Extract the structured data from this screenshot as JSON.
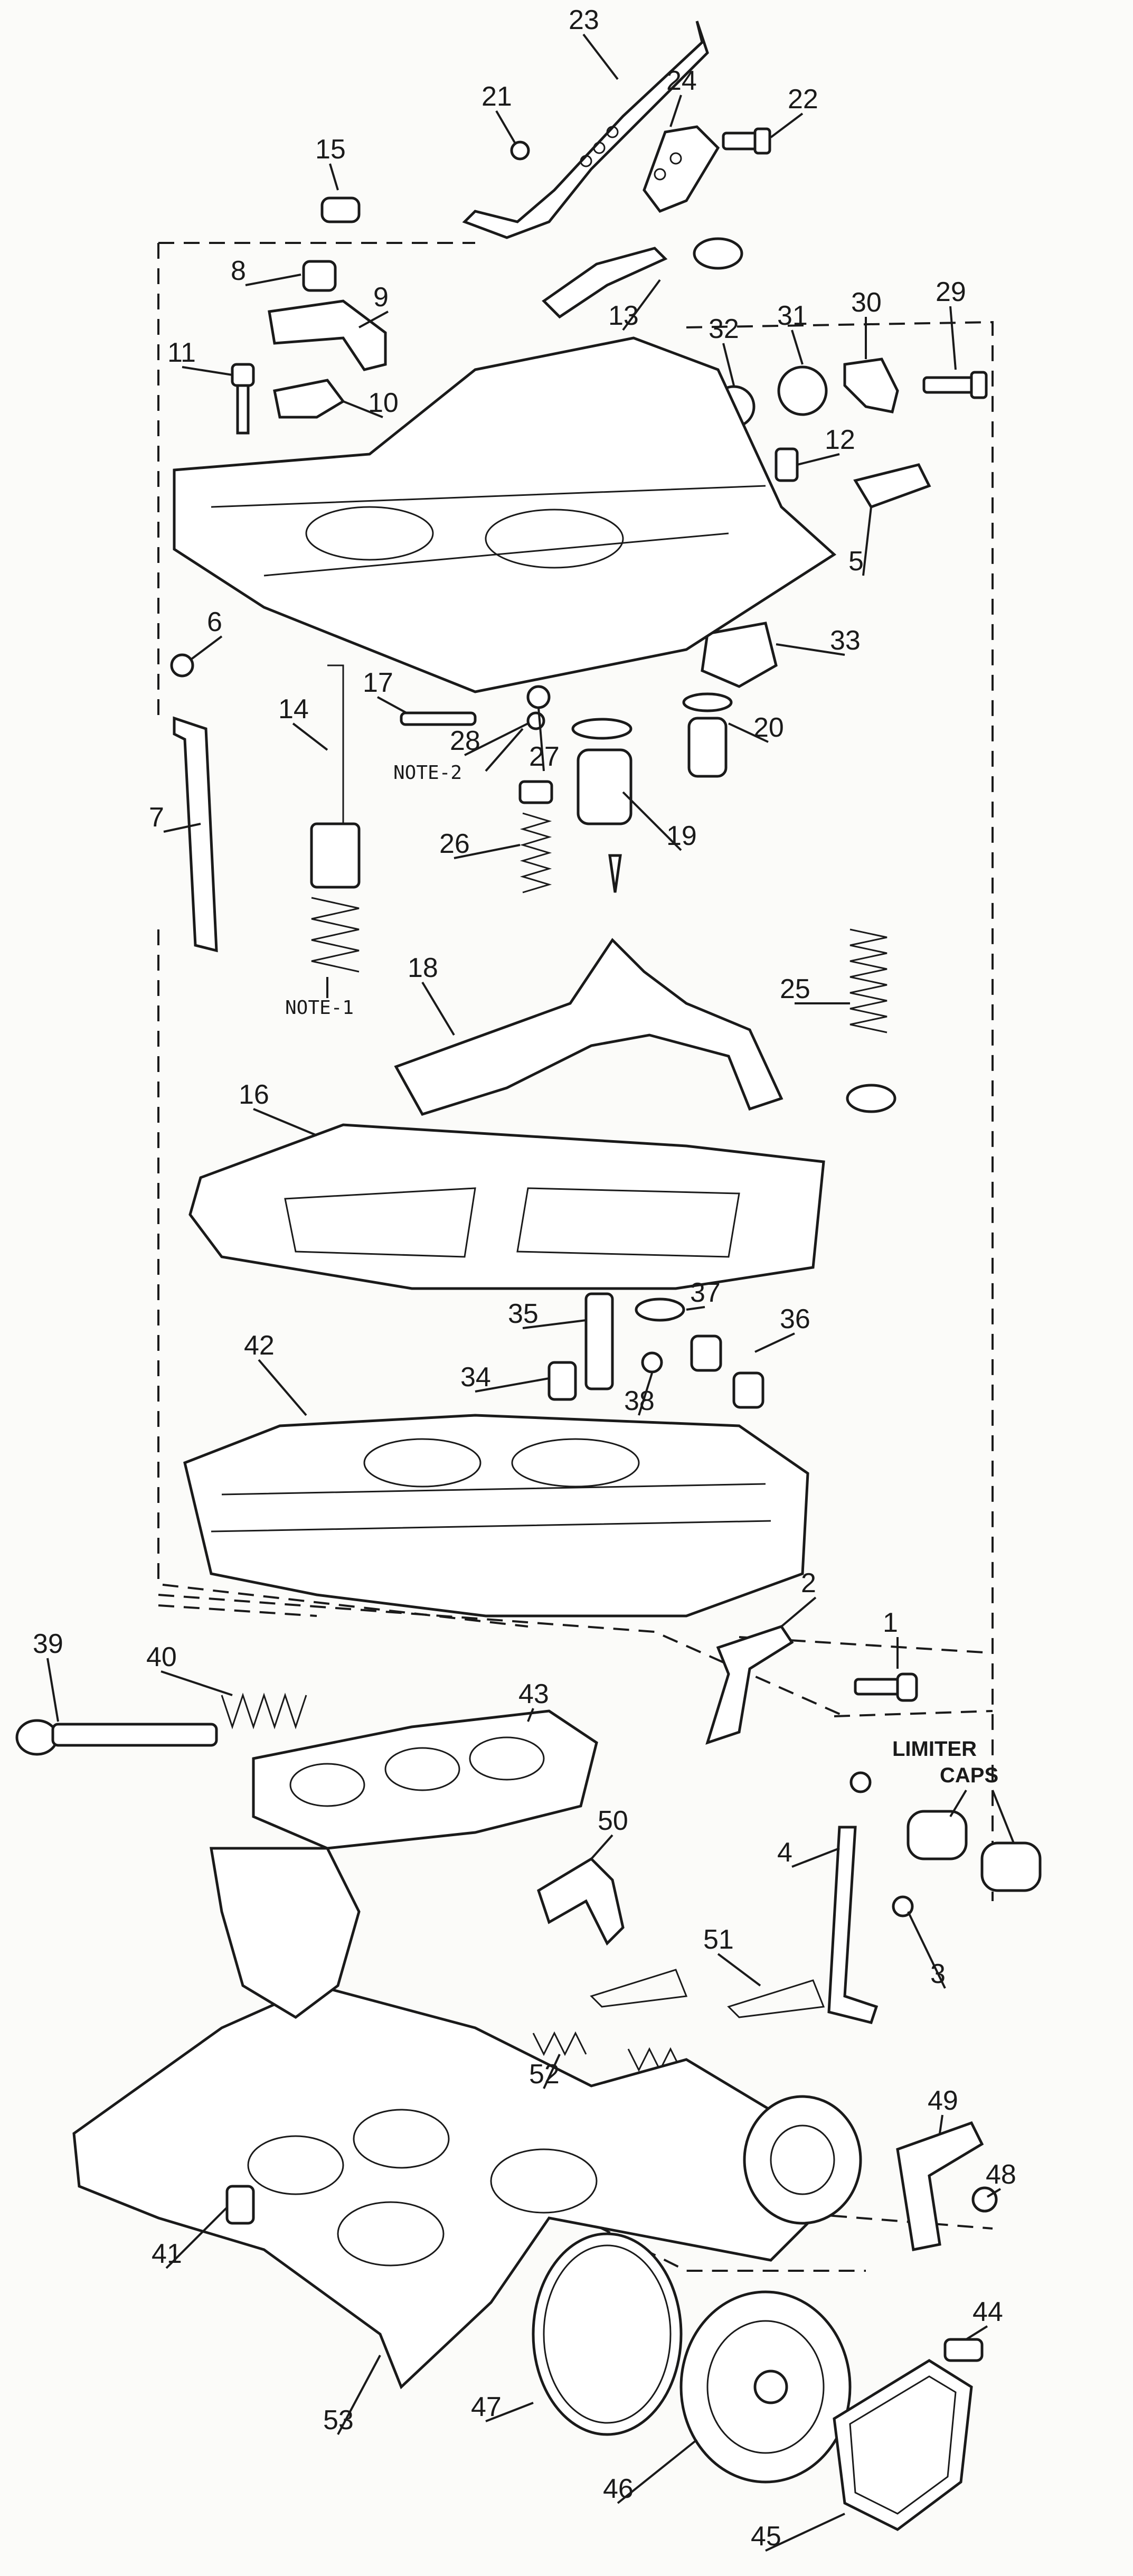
{
  "diagram": {
    "part_numbers": [
      "1",
      "2",
      "3",
      "4",
      "5",
      "6",
      "7",
      "8",
      "9",
      "10",
      "11",
      "12",
      "13",
      "14",
      "15",
      "16",
      "17",
      "18",
      "19",
      "20",
      "21",
      "22",
      "23",
      "24",
      "25",
      "26",
      "27",
      "28",
      "29",
      "30",
      "31",
      "32",
      "33",
      "34",
      "35",
      "36",
      "37",
      "38",
      "39",
      "40",
      "41",
      "42",
      "43",
      "44",
      "45",
      "46",
      "47",
      "48",
      "49",
      "50",
      "51",
      "52",
      "53"
    ],
    "notes": {
      "note_1": "NOTE-1",
      "note_2": "NOTE-2"
    },
    "limiter_caps": {
      "line1": "LIMITER",
      "line2": "CAPS"
    }
  }
}
